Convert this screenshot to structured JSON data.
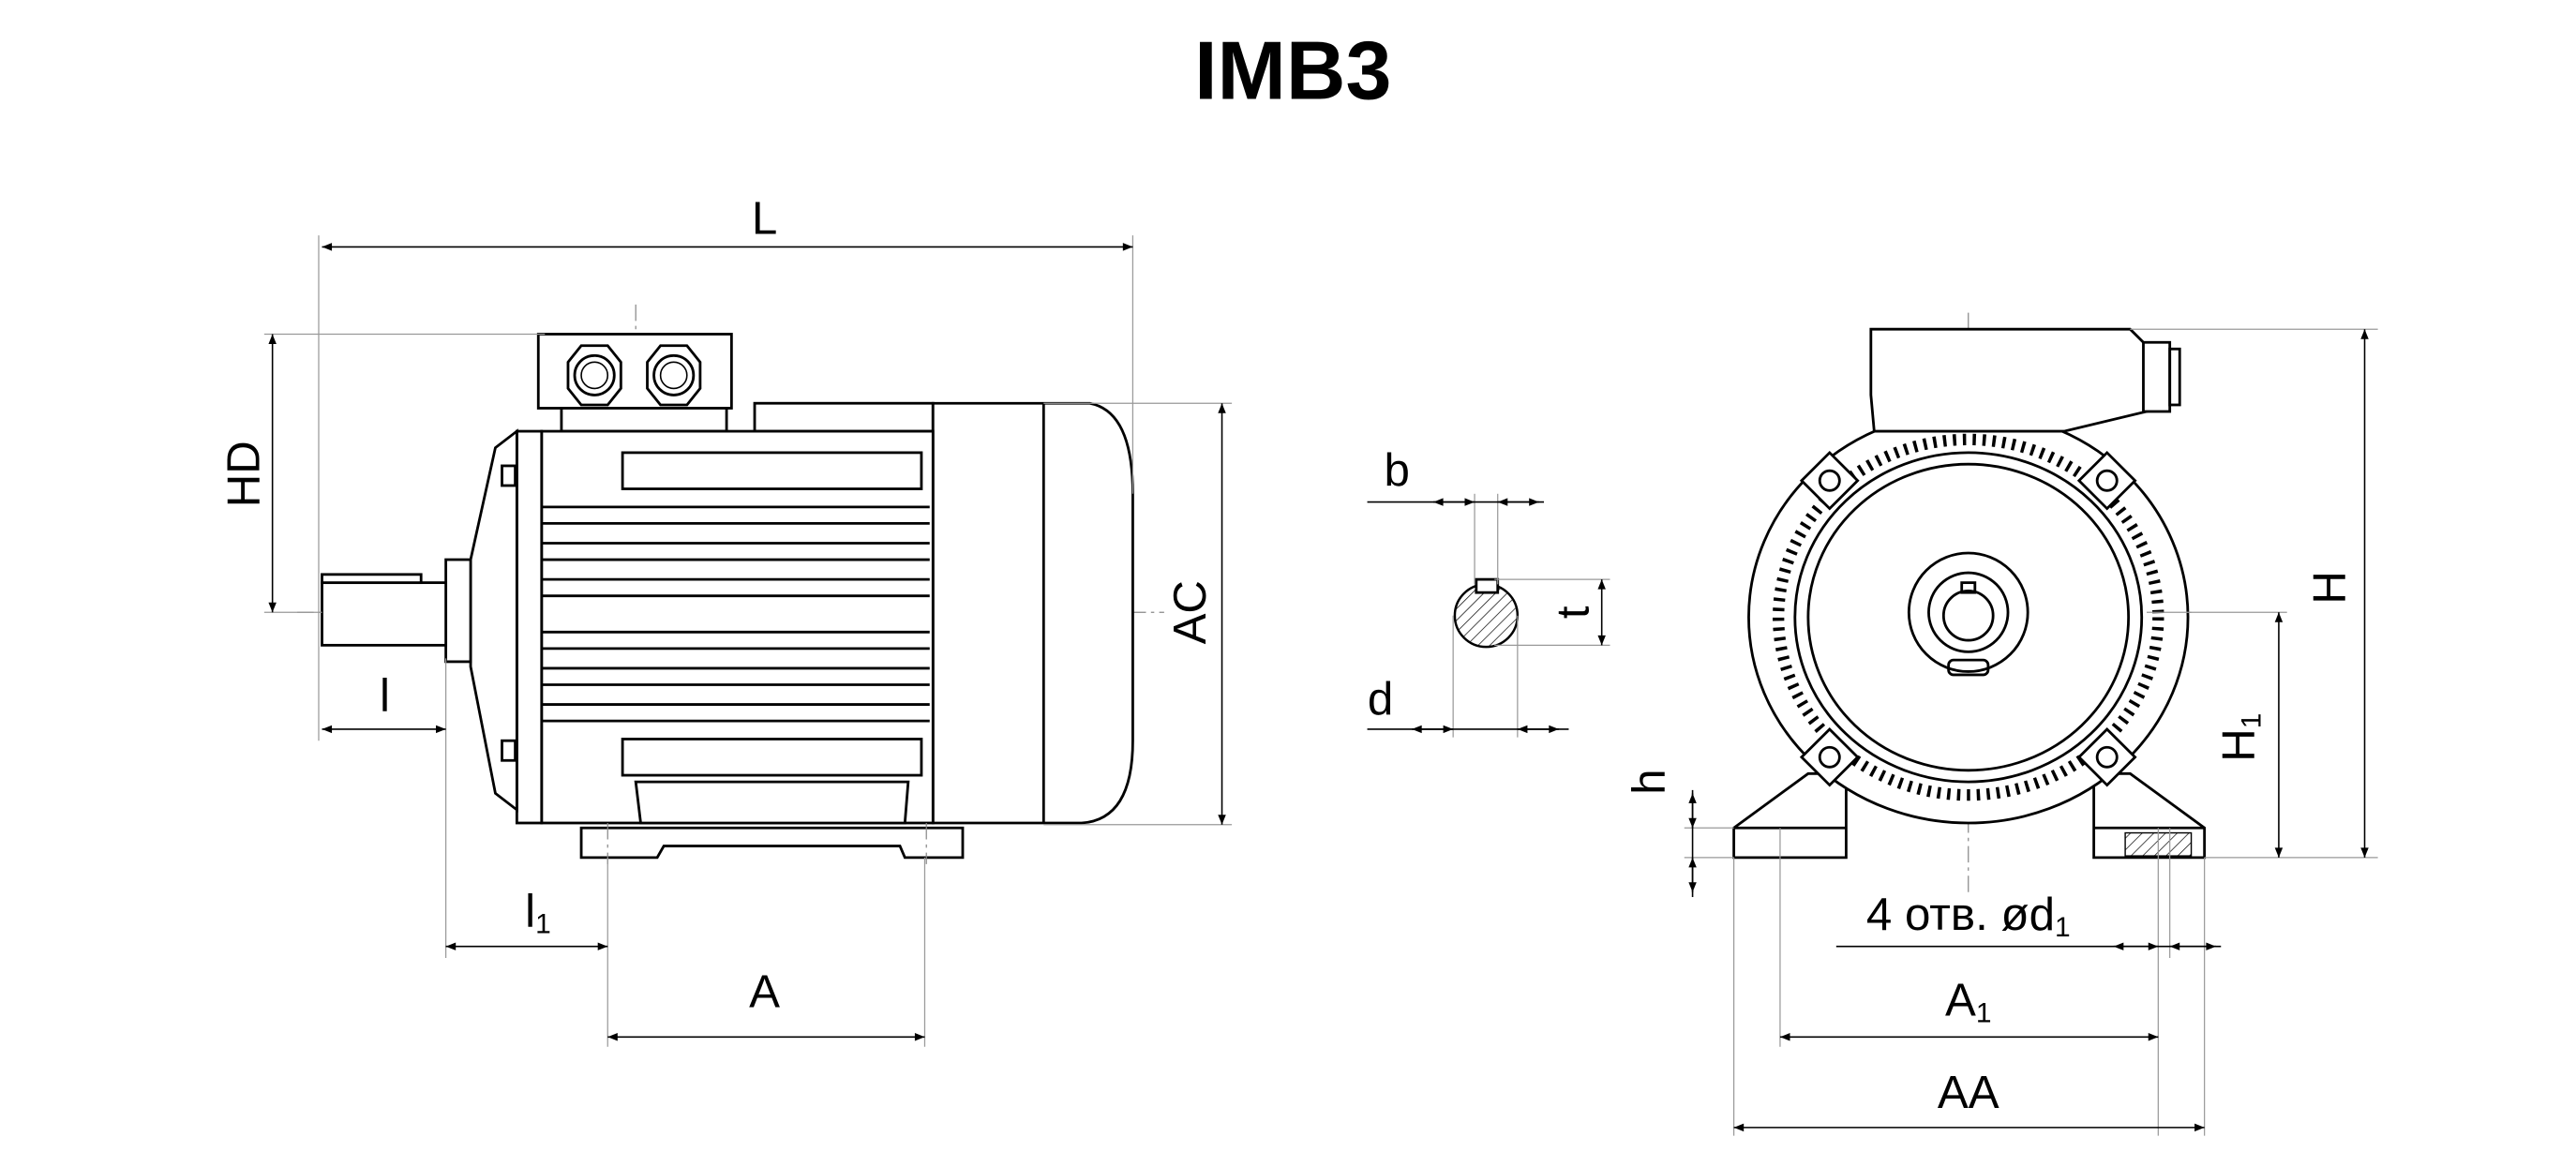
{
  "title": "IMB3",
  "side_view": {
    "L": "L",
    "HD": "HD",
    "AC": "AC",
    "l": "l",
    "l1": {
      "text": "l",
      "sub": "1"
    },
    "A": "A"
  },
  "shaft_section": {
    "b": "b",
    "t": "t",
    "d": "d"
  },
  "front_view": {
    "H": "H",
    "H1": {
      "text": "H",
      "sub": "1"
    },
    "h": "h",
    "holes": {
      "text": "4 отв. ød",
      "sub": "1"
    },
    "A1": {
      "text": "A",
      "sub": "1"
    },
    "AA": "AA"
  }
}
